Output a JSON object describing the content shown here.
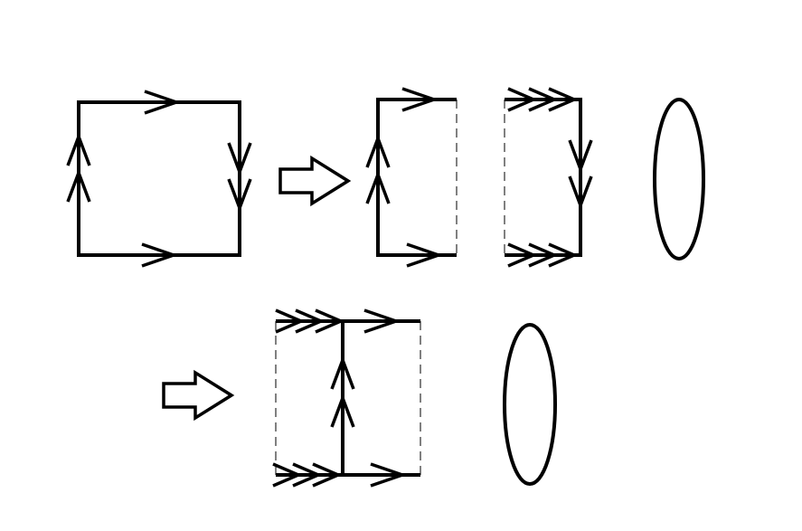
{
  "diagram": {
    "stroke_color": "#000000",
    "background_color": "#ffffff",
    "steps": [
      {
        "name": "square-with-edge-identifications"
      },
      {
        "name": "cut-into-two-pieces-with-circle"
      },
      {
        "name": "reglued-piece-with-circle"
      }
    ]
  }
}
